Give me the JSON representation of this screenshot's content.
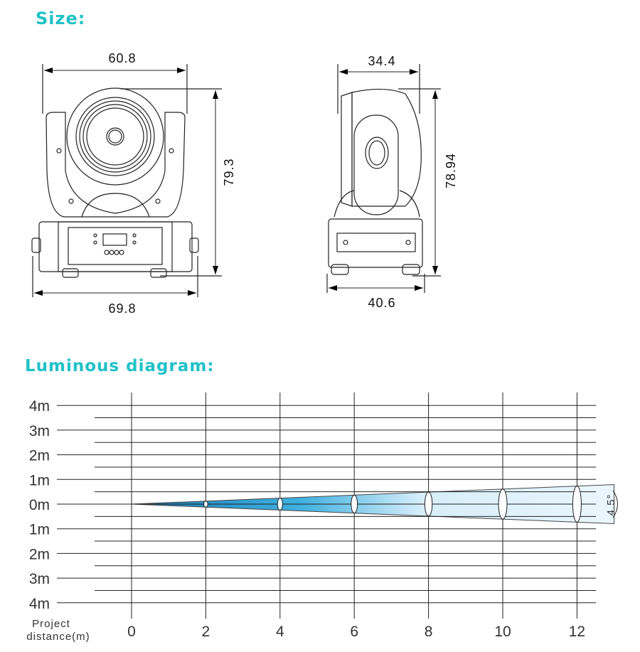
{
  "size_section": {
    "title": "Size:",
    "front_view": {
      "width_top": "60.8",
      "height": "79.3",
      "width_bottom": "69.8"
    },
    "side_view": {
      "width_top": "34.4",
      "height": "78.94",
      "width_bottom": "40.6"
    }
  },
  "luminous_section": {
    "title": "Luminous diagram:"
  },
  "chart_data": {
    "type": "diagram",
    "title": "Luminous diagram:",
    "xlabel": "Project distance(m)",
    "x_ticks": [
      "0",
      "2",
      "4",
      "6",
      "8",
      "10",
      "12"
    ],
    "y_ticks": [
      "4m",
      "3m",
      "2m",
      "1m",
      "0m",
      "1m",
      "2m",
      "3m",
      "4m"
    ],
    "beam_angle_label": "4.5°",
    "beam_angle_deg": 4.5,
    "beam_color": "#2fa6d6",
    "xlim": [
      0,
      13
    ],
    "ylim": [
      -4,
      4
    ]
  }
}
